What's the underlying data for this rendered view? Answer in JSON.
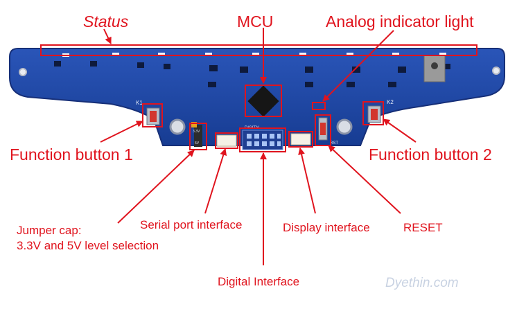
{
  "labels": {
    "status": "Status",
    "mcu": "MCU",
    "analog_indicator": "Analog indicator light",
    "function_button_1": "Function button 1",
    "function_button_2": "Function button 2",
    "jumper_line1": "Jumper cap:",
    "jumper_line2": "3.3V and 5V level selection",
    "serial_port": "Serial port interface",
    "display_interface": "Display interface",
    "reset": "RESET",
    "digital_interface": "Digital Interface"
  },
  "board_silkscreen": {
    "k1": "K1",
    "k2": "K2",
    "digital": "DIGITAL",
    "rst": "RST",
    "v33": "3.3V",
    "v5": "5V"
  },
  "watermark": "Dyethin.com",
  "colors": {
    "annotation_red": "#e0141e",
    "board_blue": "#1d3f9e",
    "board_edge": "#162f78"
  }
}
